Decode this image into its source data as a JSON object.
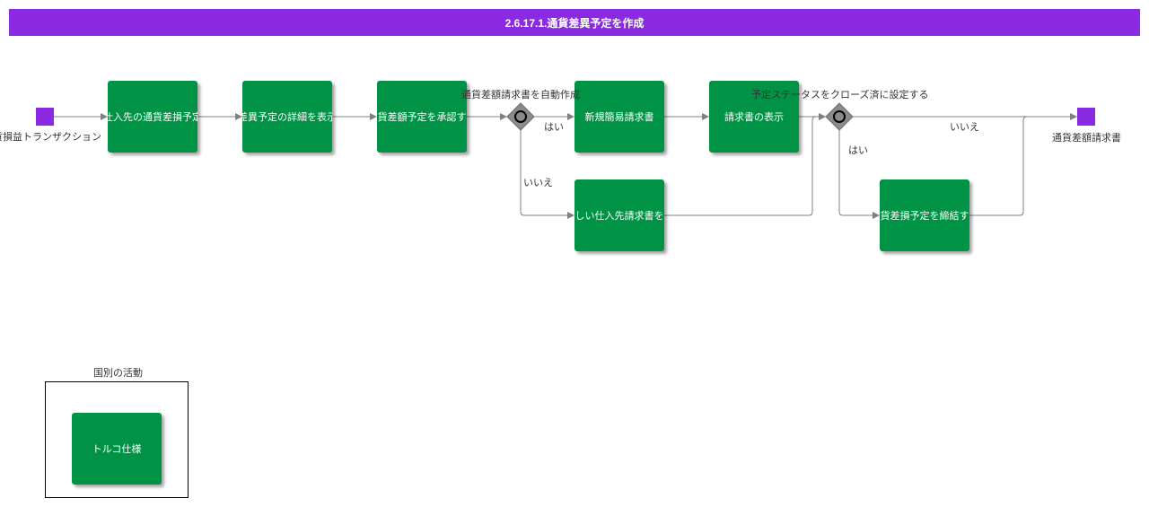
{
  "title": "2.6.17.1.通貨差異予定を作成",
  "start_event": {
    "label": "貨損益トランザクション"
  },
  "end_event": {
    "label": "通貨差額請求書"
  },
  "tasks": [
    {
      "label": "仕入先の通貨差損予定",
      "color": "#009345"
    },
    {
      "label": "差異予定の詳細を表示",
      "color": "#009345"
    },
    {
      "label": "貨差額予定を承認す",
      "color": "#009345"
    },
    {
      "label": "新規簡易請求書",
      "color": "#009345"
    },
    {
      "label": "請求書の表示",
      "color": "#009345"
    },
    {
      "label": "しい仕入先請求書を",
      "color": "#009345"
    },
    {
      "label": "貨差損予定を締結す",
      "color": "#009345"
    }
  ],
  "gateways": [
    {
      "label": "通貨差額請求書を自動作成",
      "yes": "はい",
      "no": "いいえ"
    },
    {
      "label": "予定ステータスをクローズ済に設定する",
      "yes": "はい",
      "no": "いいえ"
    }
  ],
  "legend": {
    "title": "国別の活動",
    "item": "トルコ仕様"
  },
  "colors": {
    "title_bar": "#8a2be2",
    "event": "#8a2be2",
    "task": "#009345",
    "gateway": "#8a8a8a",
    "connector": "#808080"
  }
}
